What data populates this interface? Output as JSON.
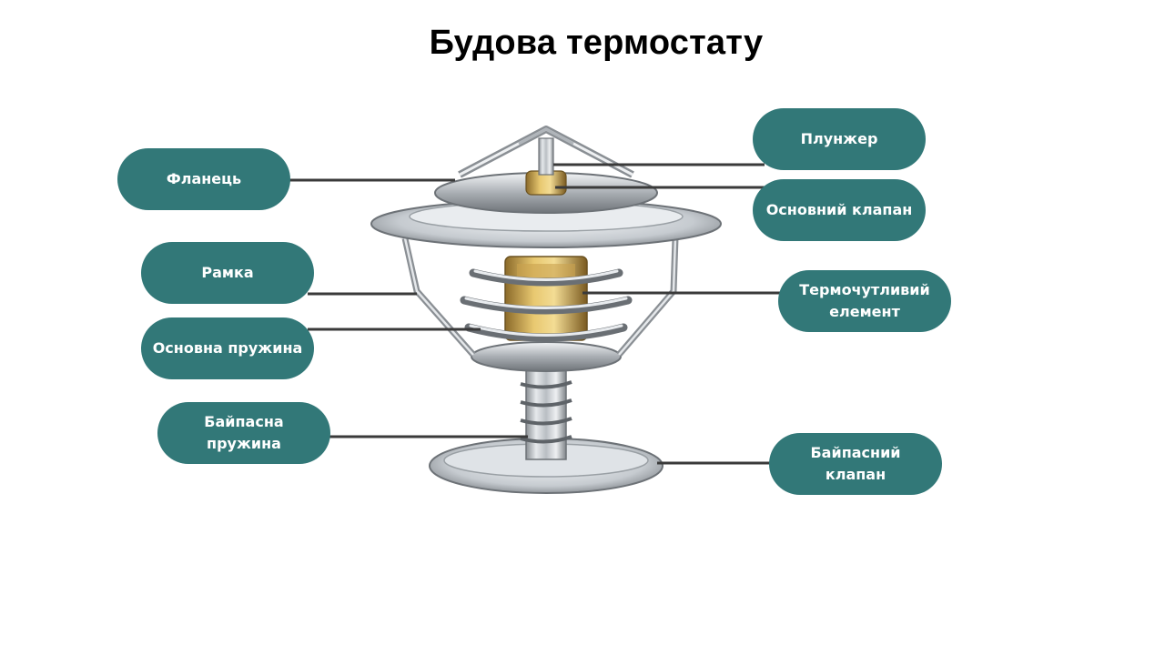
{
  "title": "Будова термостату",
  "colors": {
    "label_fill": "#327878",
    "label_text": "#ffffff",
    "leader_line": "#3a3a3a"
  },
  "labels": {
    "flange": "Фланець",
    "frame": "Рамка",
    "main_spring": "Основна пружина",
    "bypass_spring": "Байпасна пружина",
    "plunger": "Плунжер",
    "main_valve": "Основний клапан",
    "thermo_element": "Термочутливий елемент",
    "bypass_valve": "Байпасний клапан"
  }
}
